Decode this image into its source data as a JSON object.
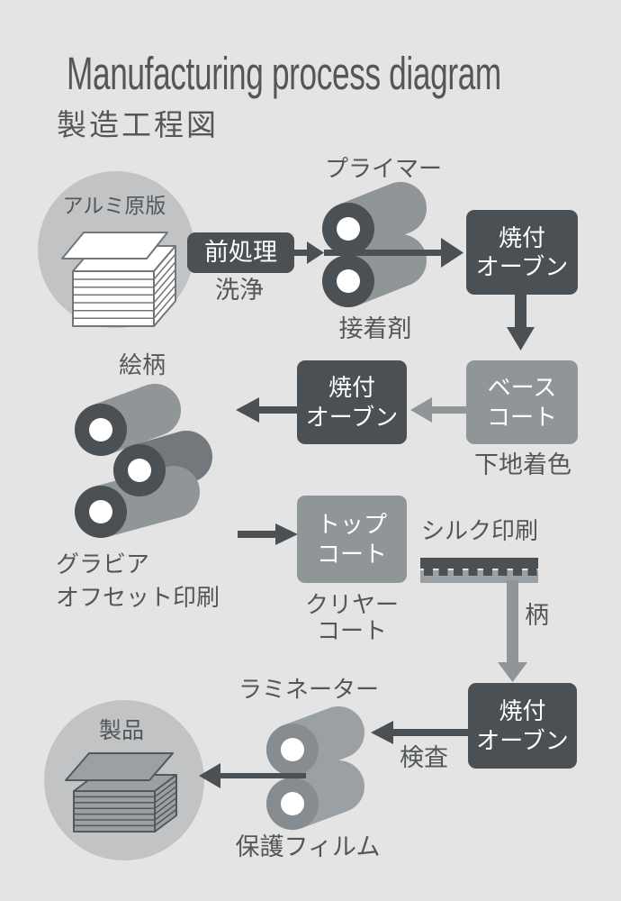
{
  "header": {
    "title": "Manufacturing process diagram",
    "subtitle": "製造工程図"
  },
  "colors": {
    "background": "#e4e4e4",
    "dark": "#4b5054",
    "gray": "#909598",
    "light_gray": "#9aa0a3",
    "circle_fill": "#c2c3c4",
    "text": "#53575a",
    "white": "#ffffff"
  },
  "nodes": {
    "aluminum": {
      "label": "アルミ原版"
    },
    "pretreat": {
      "label": "前処理",
      "sub": "洗浄"
    },
    "primer": {
      "label": "プライマー"
    },
    "adhesive": {
      "label": "接着剤"
    },
    "oven1": {
      "label": "焼付\nオーブン"
    },
    "basecoat": {
      "label": "ベース\nコート",
      "sub": "下地着色"
    },
    "oven2": {
      "label": "焼付\nオーブン"
    },
    "pattern": {
      "label": "絵柄"
    },
    "gravure": {
      "label": "グラビア\nオフセット印刷"
    },
    "topcoat": {
      "label": "トップ\nコート",
      "sub": "クリヤー\nコート"
    },
    "silk": {
      "label": "シルク印刷",
      "sub": "柄"
    },
    "oven3": {
      "label": "焼付\nオーブン"
    },
    "inspection": {
      "label": "検査"
    },
    "laminator": {
      "label": "ラミネーター"
    },
    "film": {
      "label": "保護フィルム"
    },
    "product": {
      "label": "製品"
    }
  }
}
